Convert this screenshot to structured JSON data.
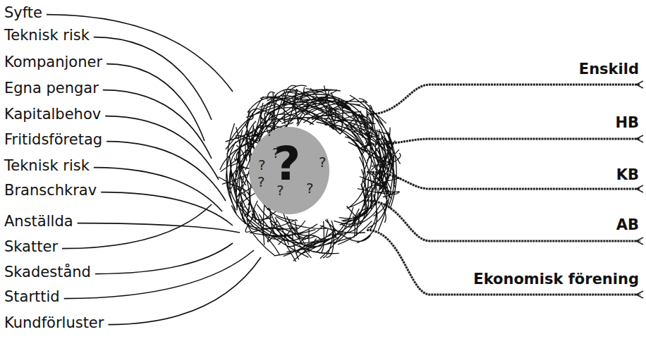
{
  "diagram": {
    "labels": [
      "Syfte",
      "Teknisk risk",
      "Kompanjoner",
      "Egna pengar",
      "Kapitalbehov",
      "Fritidsföretag",
      "Teknisk risk",
      "Branschkrav",
      "Anställda",
      "Skatter",
      "Skadestånd",
      "Starttid",
      "Kundförluster",
      "Enskild",
      "HB",
      "KB",
      "AB",
      "Ekonomisk förening",
      "?",
      "?",
      "?",
      "?",
      "?",
      "?",
      "?",
      "?"
    ]
  }
}
